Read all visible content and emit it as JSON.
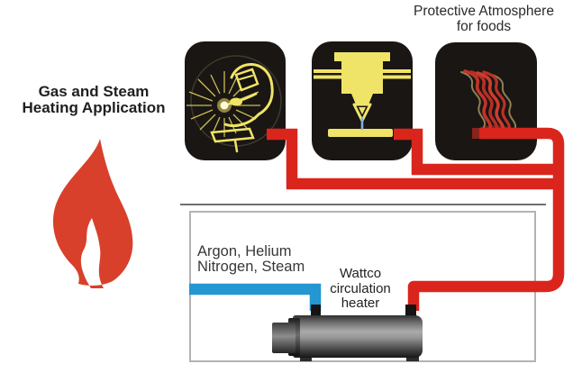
{
  "title": {
    "line1": "Gas and Steam",
    "line2": "Heating Application"
  },
  "top_label": {
    "line1": "Protective Atmosphere",
    "line2": "for foods"
  },
  "applications": [
    {
      "icon": "welder-icon"
    },
    {
      "icon": "torch-machine-icon"
    },
    {
      "icon": "smoked-food-icon"
    }
  ],
  "enclosure": {
    "gas_label": {
      "line1": "Argon, Helium",
      "line2": "Nitrogen, Steam"
    },
    "heater_label": {
      "line1": "Wattco",
      "line2": "circulation",
      "line3": "heater"
    }
  },
  "colors": {
    "hot_pipe_red": "#da251d",
    "cold_pipe_blue": "#2496d2",
    "flame_red": "#d8402b",
    "icon_yellow": "#f0e468",
    "app_box_black": "#1a1613"
  }
}
